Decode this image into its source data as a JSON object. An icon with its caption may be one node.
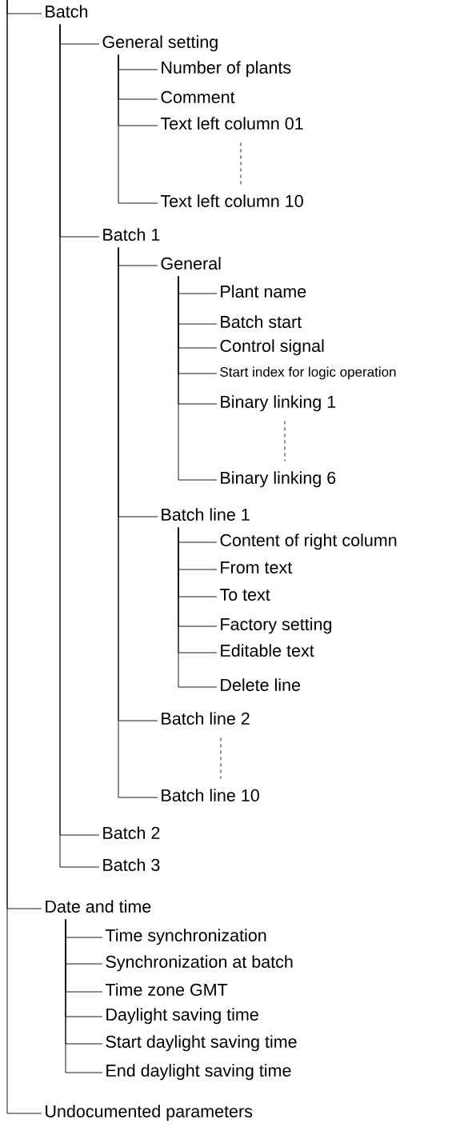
{
  "diagram": {
    "nodes": [
      {
        "text": [
          "Batch"
        ]
      },
      {
        "text": [
          "General setting"
        ]
      },
      {
        "text": [
          "Number of plants"
        ]
      },
      {
        "text": [
          "Comment"
        ]
      },
      {
        "text": [
          "Text left column 01"
        ]
      },
      {
        "text": [
          "Text left column 10"
        ]
      },
      {
        "text": [
          "Batch 1"
        ]
      },
      {
        "text": [
          "General"
        ]
      },
      {
        "text": [
          "Plant name"
        ]
      },
      {
        "text": [
          "Batch start"
        ]
      },
      {
        "text": [
          "Control signal"
        ]
      },
      {
        "text": [
          "Start index for logic operation"
        ]
      },
      {
        "text": [
          "Binary linking 1"
        ]
      },
      {
        "text": [
          "Binary linking 6"
        ]
      },
      {
        "text": [
          "Batch line 1"
        ]
      },
      {
        "text": [
          "Content of right column"
        ]
      },
      {
        "text": [
          "From text"
        ]
      },
      {
        "text": [
          "To text"
        ]
      },
      {
        "text": [
          "Factory setting"
        ]
      },
      {
        "text": [
          "Editable text"
        ]
      },
      {
        "text": [
          "Delete line"
        ]
      },
      {
        "text": [
          "Batch line 2"
        ]
      },
      {
        "text": [
          "Batch line 10"
        ]
      },
      {
        "text": [
          "Batch 2"
        ]
      },
      {
        "text": [
          "Batch 3"
        ]
      },
      {
        "text": [
          "Date and time"
        ]
      },
      {
        "text": [
          "Time synchronization"
        ]
      },
      {
        "text": [
          "Synchronization at batch"
        ]
      },
      {
        "text": [
          "Time zone GMT"
        ]
      },
      {
        "text": [
          "Daylight saving time"
        ]
      },
      {
        "text": [
          "Start daylight saving time"
        ]
      },
      {
        "text": [
          "End daylight saving time"
        ]
      },
      {
        "text": [
          "Undocumented parameters"
        ]
      }
    ],
    "edges": [
      {
        "from": null,
        "to": 0,
        "arrow": "none"
      },
      {
        "from": 0,
        "to": 1,
        "arrow": "none"
      },
      {
        "from": 1,
        "to": 2,
        "arrow": "none"
      },
      {
        "from": 1,
        "to": 3,
        "arrow": "none"
      },
      {
        "from": 1,
        "to": 4,
        "arrow": "none"
      },
      {
        "from": 1,
        "to": 5,
        "arrow": "none"
      },
      {
        "from": 0,
        "to": 6,
        "arrow": "none"
      },
      {
        "from": 6,
        "to": 7,
        "arrow": "none"
      },
      {
        "from": 7,
        "to": 8,
        "arrow": "none"
      },
      {
        "from": 7,
        "to": 9,
        "arrow": "none"
      },
      {
        "from": 7,
        "to": 10,
        "arrow": "none"
      },
      {
        "from": 7,
        "to": 11,
        "arrow": "none"
      },
      {
        "from": 7,
        "to": 12,
        "arrow": "none"
      },
      {
        "from": 7,
        "to": 13,
        "arrow": "none"
      },
      {
        "from": 6,
        "to": 14,
        "arrow": "none"
      },
      {
        "from": 14,
        "to": 15,
        "arrow": "none"
      },
      {
        "from": 14,
        "to": 16,
        "arrow": "none"
      },
      {
        "from": 14,
        "to": 17,
        "arrow": "none"
      },
      {
        "from": 14,
        "to": 18,
        "arrow": "none"
      },
      {
        "from": 14,
        "to": 19,
        "arrow": "none"
      },
      {
        "from": 14,
        "to": 20,
        "arrow": "none"
      },
      {
        "from": 6,
        "to": 21,
        "arrow": "none"
      },
      {
        "from": 6,
        "to": 22,
        "arrow": "none"
      },
      {
        "from": 0,
        "to": 23,
        "arrow": "none"
      },
      {
        "from": 0,
        "to": 24,
        "arrow": "none"
      },
      {
        "from": null,
        "to": 25,
        "arrow": "none"
      },
      {
        "from": 25,
        "to": 26,
        "arrow": "none"
      },
      {
        "from": 25,
        "to": 27,
        "arrow": "none"
      },
      {
        "from": 25,
        "to": 28,
        "arrow": "none"
      },
      {
        "from": 25,
        "to": 29,
        "arrow": "none"
      },
      {
        "from": 25,
        "to": 30,
        "arrow": "none"
      },
      {
        "from": 25,
        "to": 31,
        "arrow": "none"
      },
      {
        "from": null,
        "to": 32,
        "arrow": "none"
      },
      {
        "from": 4,
        "to": 5,
        "arrow": "none",
        "style": "dashed"
      },
      {
        "from": 12,
        "to": 13,
        "arrow": "none",
        "style": "dashed"
      },
      {
        "from": 21,
        "to": 22,
        "arrow": "none",
        "style": "dashed"
      }
    ]
  }
}
